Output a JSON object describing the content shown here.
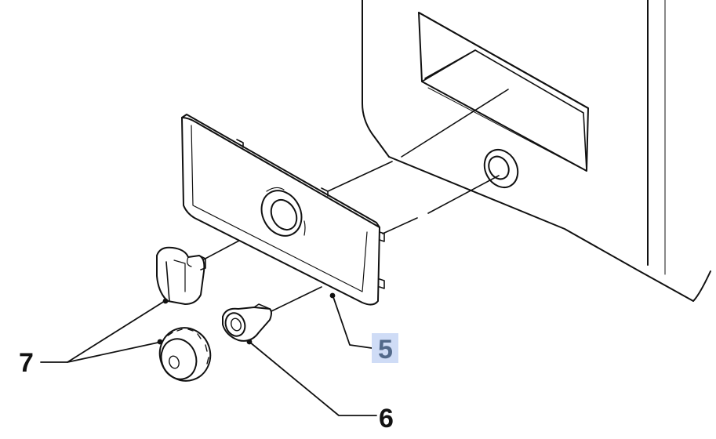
{
  "callouts": {
    "part_5": "5",
    "part_6": "6",
    "part_7": "7"
  },
  "colors": {
    "line": "#111111",
    "highlight_bg": "#cfdcf6",
    "highlight_text": "#52698a",
    "fill": "#ffffff"
  },
  "icons": {
    "cover_plate": "cover-plate-illustration",
    "appliance": "appliance-body-illustration",
    "knob_a": "selector-knob-illustration",
    "knob_b": "round-knob-illustration",
    "spindle": "spindle-illustration"
  }
}
